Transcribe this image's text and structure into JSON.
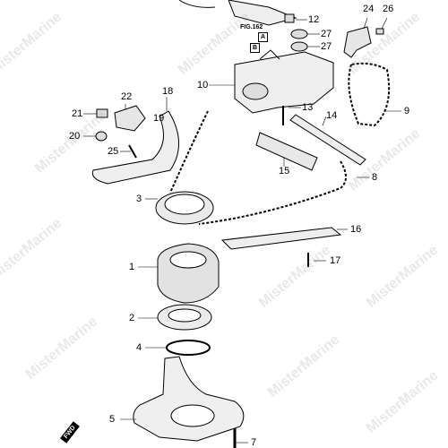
{
  "figure_ref": "FIG.162",
  "box_labels": [
    "A",
    "B"
  ],
  "direction_label": "FWD",
  "watermark": "MisterMarine",
  "parts": {
    "1": "1",
    "2": "2",
    "3": "3",
    "4": "4",
    "5": "5",
    "7": "7",
    "8": "8",
    "9": "9",
    "10": "10",
    "12": "12",
    "13": "13",
    "14": "14",
    "15": "15",
    "16": "16",
    "17": "17",
    "18": "18",
    "19": "19",
    "20": "20",
    "21": "21",
    "22": "22",
    "24": "24",
    "25": "25",
    "26": "26",
    "27": "27"
  }
}
